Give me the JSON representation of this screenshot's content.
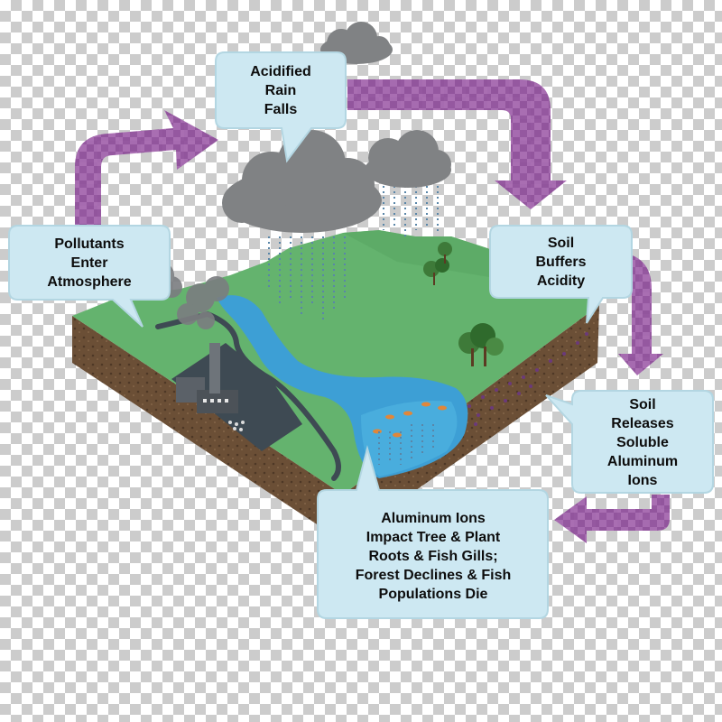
{
  "labels": {
    "acidified_rain_falls": "Acidified\nRain\nFalls",
    "pollutants_enter_atmosphere": "Pollutants\nEnter\nAtmosphere",
    "soil_buffers_acidity": "Soil\nBuffers\nAcidity",
    "soil_releases_aluminum": "Soil\nReleases\nSoluble\nAluminum\nIons",
    "aluminum_ions_impact": "Aluminum Ions\nImpact Tree & Plant\nRoots & Fish Gills;\nForest Declines & Fish\nPopulations Die"
  },
  "colors": {
    "bubble_fill": "#cde8f2",
    "bubble_stroke": "#aaccd9",
    "arrow": "#9a5aa5",
    "grass": "#62b36c",
    "soil": "#6e5138",
    "river": "#3b9fd6",
    "road": "#3d4a52",
    "cloud": "#7f8184",
    "rain": "#6a8fa8",
    "tree": "#3d7a3a"
  }
}
